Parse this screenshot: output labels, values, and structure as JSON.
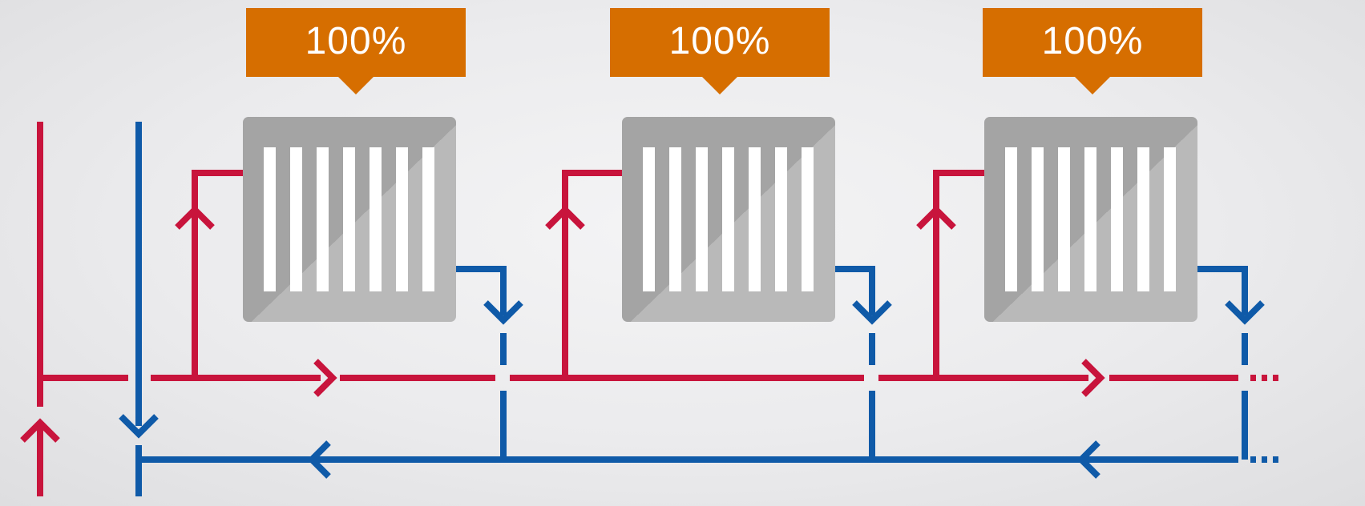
{
  "colors": {
    "supply_pipe": "#c8143c",
    "return_pipe": "#0f5aa8",
    "badge": "#d66e00",
    "radiator_body": "#a4a4a4",
    "radiator_highlight": "#b9b9b9",
    "radiator_fins": "#ffffff"
  },
  "icons": {
    "flow_arrow": "chevron-arrow-icon",
    "pipe_continuation": "ellipsis-dots-icon"
  },
  "radiators": [
    {
      "valve_label": "100%"
    },
    {
      "valve_label": "100%"
    },
    {
      "valve_label": "100%"
    }
  ]
}
